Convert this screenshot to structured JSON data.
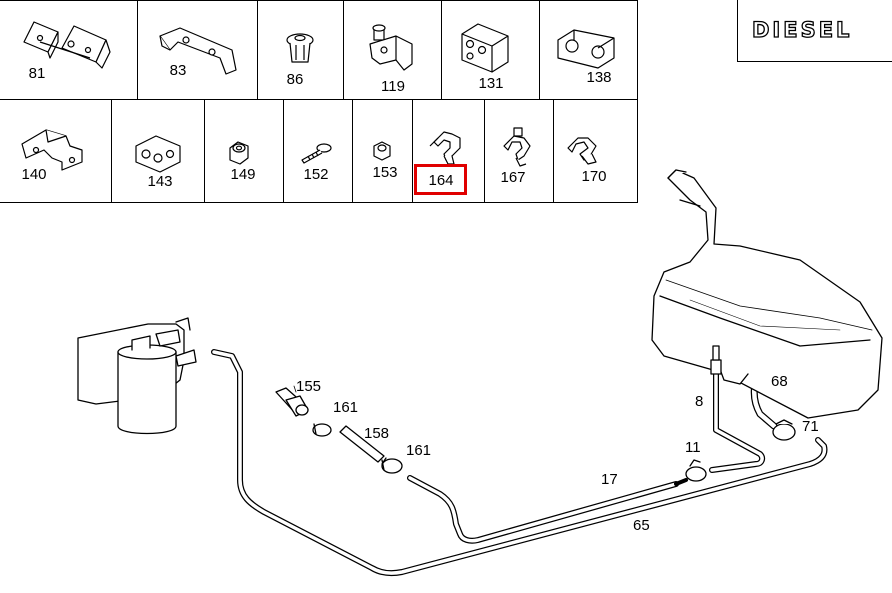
{
  "badge": {
    "text": "DIESEL"
  },
  "grid_row1": [
    {
      "label": "81",
      "icon": "double-clip-icon"
    },
    {
      "label": "83",
      "icon": "bracket-icon"
    },
    {
      "label": "86",
      "icon": "expansion-rivet-icon"
    },
    {
      "label": "119",
      "icon": "bolt-clip-icon"
    },
    {
      "label": "131",
      "icon": "block-clip-icon"
    },
    {
      "label": "138",
      "icon": "double-clamp-icon"
    }
  ],
  "grid_row2": [
    {
      "label": "140",
      "icon": "mounting-bracket-icon"
    },
    {
      "label": "143",
      "icon": "rubber-mount-icon"
    },
    {
      "label": "149",
      "icon": "nut-icon"
    },
    {
      "label": "152",
      "icon": "screw-icon"
    },
    {
      "label": "153",
      "icon": "hex-nut-icon"
    },
    {
      "label": "164",
      "icon": "hose-clip-icon",
      "highlighted": true
    },
    {
      "label": "167",
      "icon": "hose-clip-stud-icon"
    },
    {
      "label": "170",
      "icon": "hose-clip-double-icon"
    }
  ],
  "diagram_labels": {
    "l155": "155",
    "l161a": "161",
    "l158": "158",
    "l161b": "161",
    "l17": "17",
    "l65": "65",
    "l11": "11",
    "l8": "8",
    "l68": "68",
    "l71": "71"
  },
  "colors": {
    "highlight": "#e00000",
    "line": "#000000"
  }
}
